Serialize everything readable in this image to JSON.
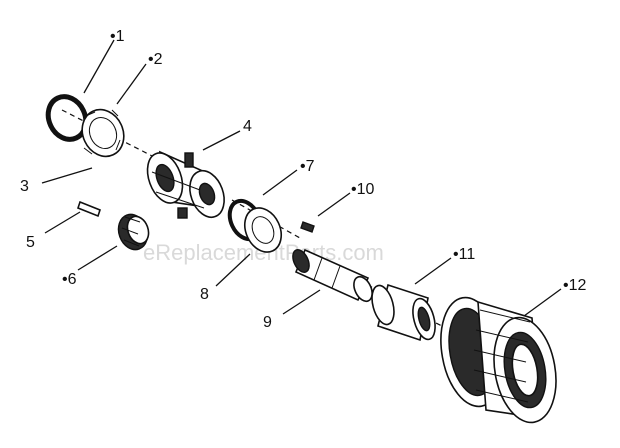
{
  "watermark": "eReplacementParts.com",
  "callouts": [
    "•1",
    "•2",
    "3",
    "4",
    "5",
    "•6",
    "•7",
    "8",
    "9",
    "•10",
    "•11",
    "•12"
  ]
}
